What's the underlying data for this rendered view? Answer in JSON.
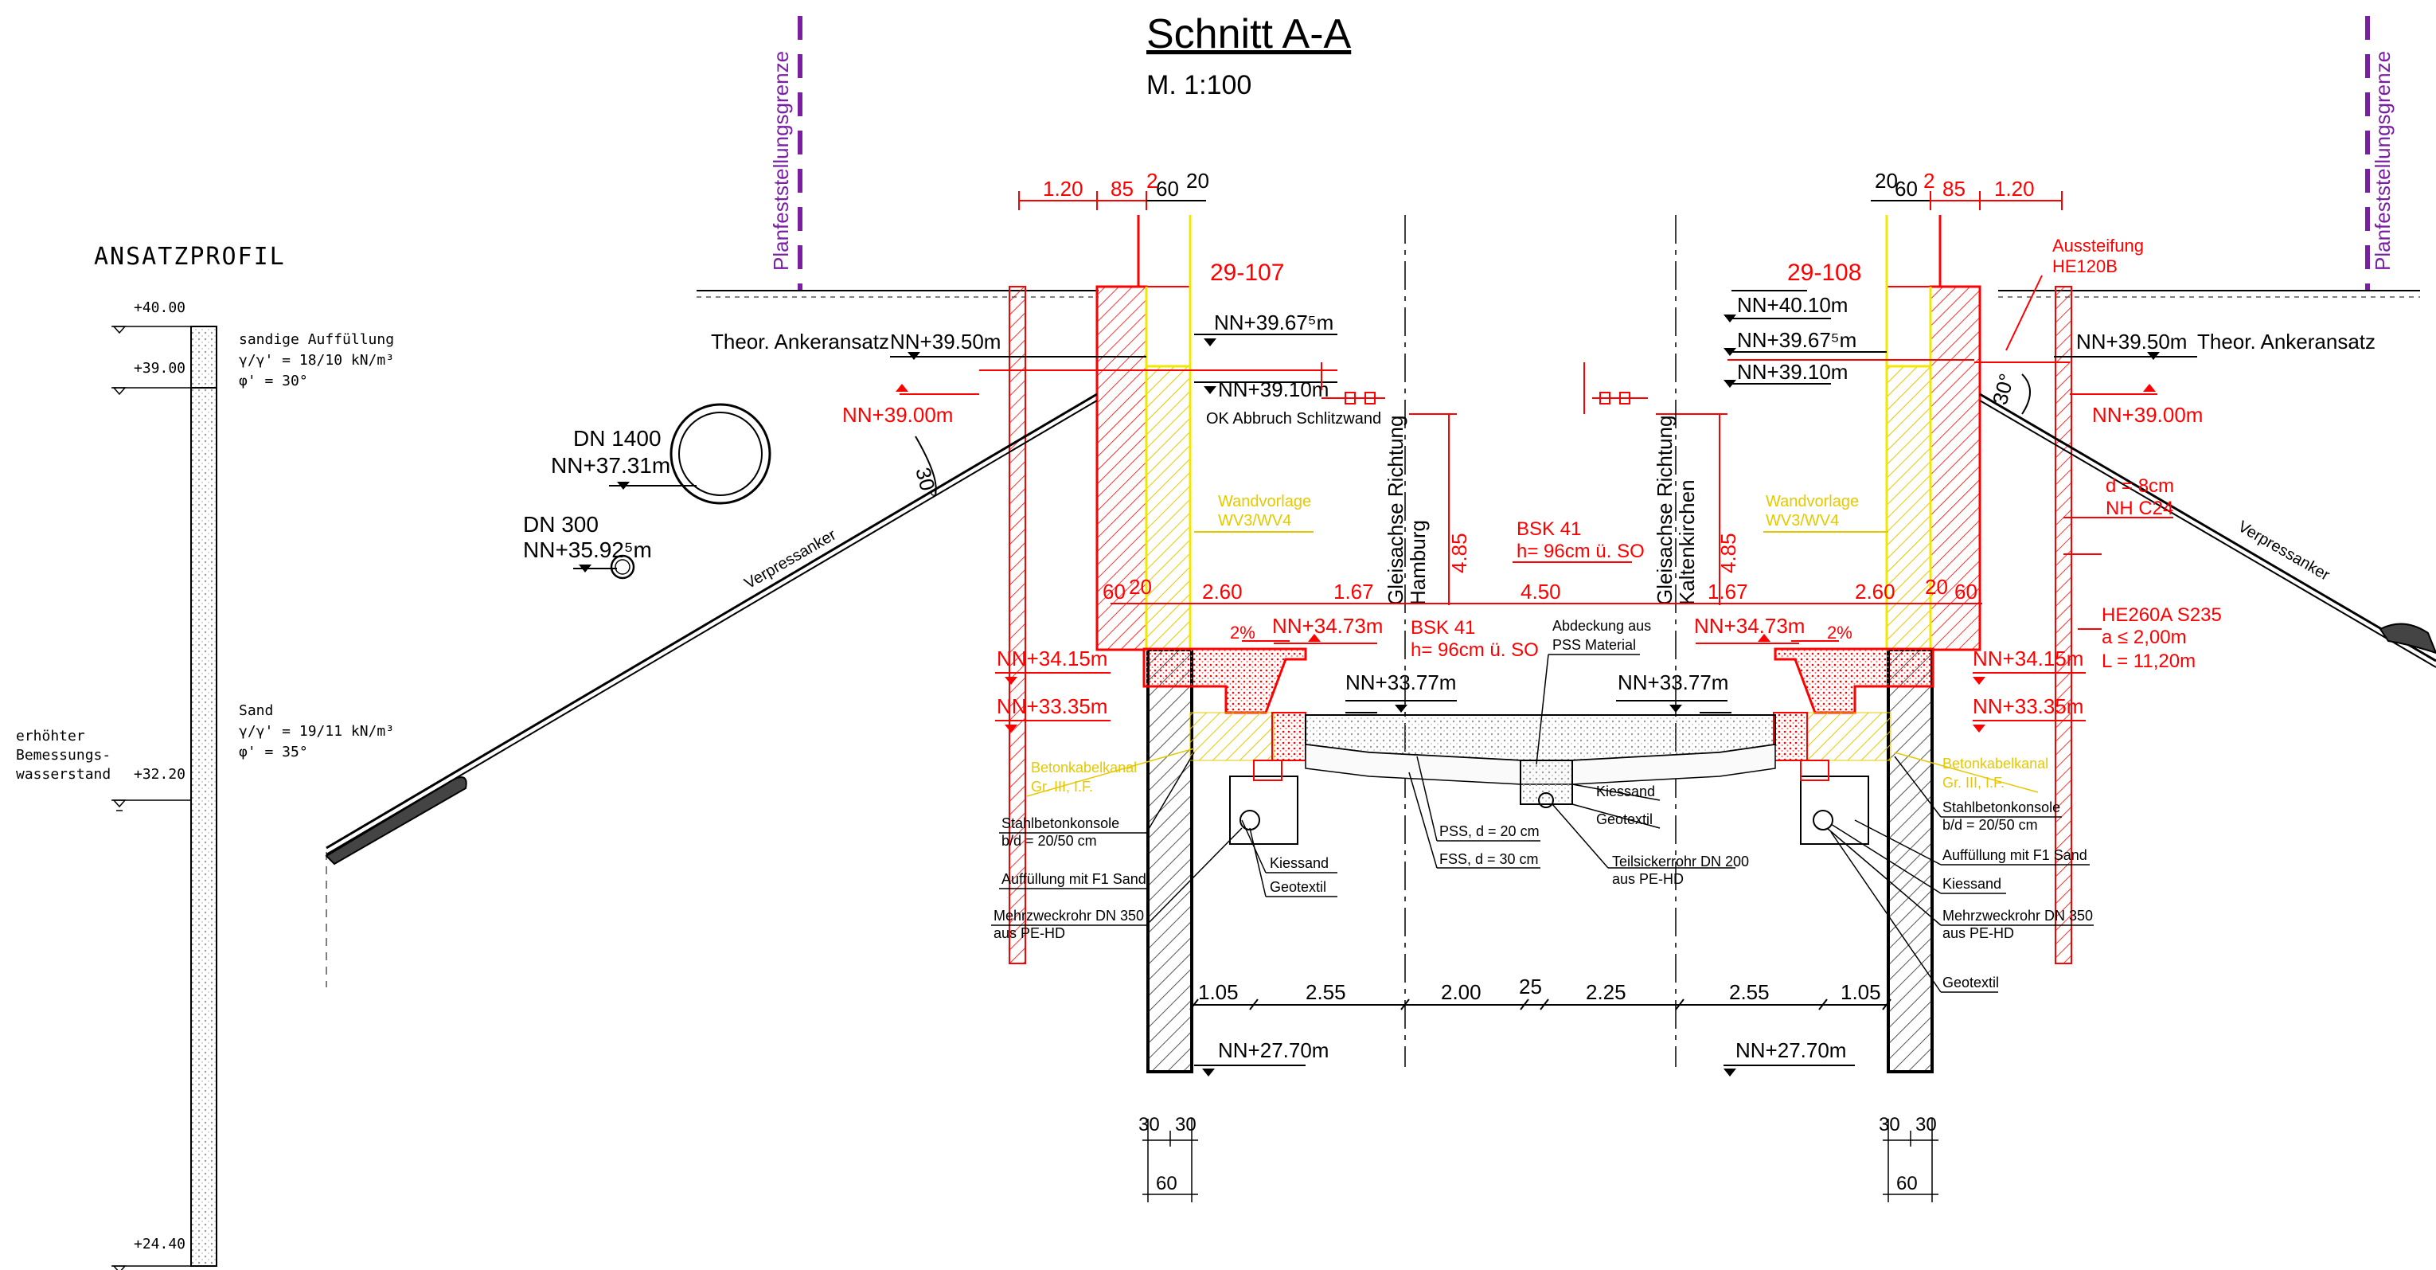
{
  "title": "Schnitt A-A",
  "scale": "M. 1:100",
  "colors": {
    "red": "#ff0000",
    "yellow": "#f0e800",
    "purple": "#7a1fa2",
    "black": "#000000",
    "hatch": "#666666"
  },
  "boundary_label": "Planfeststellungsgrenze",
  "soil_profile": {
    "heading": "ANSATZPROFIL",
    "level_top": "+40.00",
    "level_2": "+39.00",
    "level_water": "+32.20",
    "level_bottom": "+24.40",
    "layer1_name": "sandige Auffüllung",
    "layer1_gamma": "γ/γ' = 18/10 kN/m³",
    "layer1_phi": "φ' = 30°",
    "layer2_name": "Sand",
    "layer2_gamma": "γ/γ' = 19/11 kN/m³",
    "layer2_phi": "φ' = 35°",
    "water_1": "erhöhter",
    "water_2": "Bemessungs-",
    "water_3": "wasserstand"
  },
  "pipes": {
    "dn1400": "DN 1400",
    "dn1400_level": "NN+37.31m",
    "dn300": "DN 300",
    "dn300_level": "NN+35.92⁵m"
  },
  "left": {
    "id": "29-107",
    "anchor_label": "Theor. Ankeransatz",
    "anchor_level": "NN+39.50m",
    "level_3967": "NN+39.67⁵m",
    "level_3910": "NN+39.10m",
    "ok_abbruch": "OK Abbruch Schlitzwand",
    "level_3900": "NN+39.00m",
    "angle": "30°",
    "anchor_name": "Verpressanker",
    "wand_1": "Wandvorlage",
    "wand_2": "WV3/WV4",
    "level_3415": "NN+34.15m",
    "level_3335": "NN+33.35m",
    "level_3473": "NN+34.73m",
    "bsk_1": "BSK 41",
    "bsk_2": "h= 96cm ü. SO",
    "slope": "2%",
    "kabel_1": "Betonkabelkanal",
    "kabel_2": "Gr. III, I.F.",
    "konsole_1": "Stahlbetonkonsole",
    "konsole_2": "b/d = 20/50 cm",
    "kiessand": "Kiessand",
    "auffuellung": "Auffüllung mit F1 Sand",
    "geotextil": "Geotextil",
    "rohr_1": "Mehrzweckrohr DN 350",
    "rohr_2": "aus PE-HD",
    "level_2770": "NN+27.70m",
    "level_3377": "NN+33.77m"
  },
  "right": {
    "id": "29-108",
    "level_4010": "NN+40.10m",
    "level_3967": "NN+39.67⁵m",
    "level_3910": "NN+39.10m",
    "anchor_level": "NN+39.50m",
    "anchor_label": "Theor. Ankeransatz",
    "aussteifung_1": "Aussteifung",
    "aussteifung_2": "HE120B",
    "level_3900": "NN+39.00m",
    "angle": "30°",
    "d_1": "d = 8cm",
    "d_2": "NH C24",
    "anchor_name": "Verpressanker",
    "he_1": "HE260A S235",
    "he_2": "a ≤ 2,00m",
    "he_3": "L = 11,20m",
    "wand_1": "Wandvorlage",
    "wand_2": "WV3/WV4",
    "bsk_1": "BSK 41",
    "bsk_2": "h= 96cm ü. SO",
    "level_3473": "NN+34.73m",
    "level_3415": "NN+34.15m",
    "level_3335": "NN+33.35m",
    "slope": "2%",
    "kabel_1": "Betonkabelkanal",
    "kabel_2": "Gr. III, I.F.",
    "konsole_1": "Stahlbetonkonsole",
    "konsole_2": "b/d = 20/50 cm",
    "auffuellung": "Auffüllung mit F1 Sand",
    "kiessand": "Kiessand",
    "rohr_1": "Mehrzweckrohr DN 350",
    "rohr_2": "aus PE-HD",
    "geotextil": "Geotextil",
    "level_2770": "NN+27.70m",
    "level_3377": "NN+33.77m"
  },
  "center": {
    "gleis_left_1": "Gleisachse Richtung",
    "gleis_left_2": "Hamburg",
    "gleis_right_1": "Gleisachse Richtung",
    "gleis_right_2": "Kaltenkirchen",
    "height": "4.85",
    "pss": "PSS, d = 20 cm",
    "fss": "FSS, d = 30 cm",
    "abdeckung_1": "Abdeckung aus",
    "abdeckung_2": "PSS Material",
    "kiessand": "Kiessand",
    "geotextil": "Geotextil",
    "teilsicker_1": "Teilsickerrohr DN 200",
    "teilsicker_2": "aus PE-HD"
  },
  "dims_top_left": [
    "1.20",
    "85",
    "2",
    "60",
    "20"
  ],
  "dims_top_right": [
    "20",
    "60",
    "2",
    "85",
    "1.20"
  ],
  "dims_mid": [
    "60",
    "20",
    "2.60",
    "1.67",
    "4.50",
    "1.67",
    "2.60",
    "20",
    "60"
  ],
  "dims_bottom": [
    "1.05",
    "2.55",
    "2.00",
    "25",
    "2.25",
    "2.55",
    "1.05"
  ],
  "dims_wall": [
    "30",
    "30",
    "60"
  ]
}
